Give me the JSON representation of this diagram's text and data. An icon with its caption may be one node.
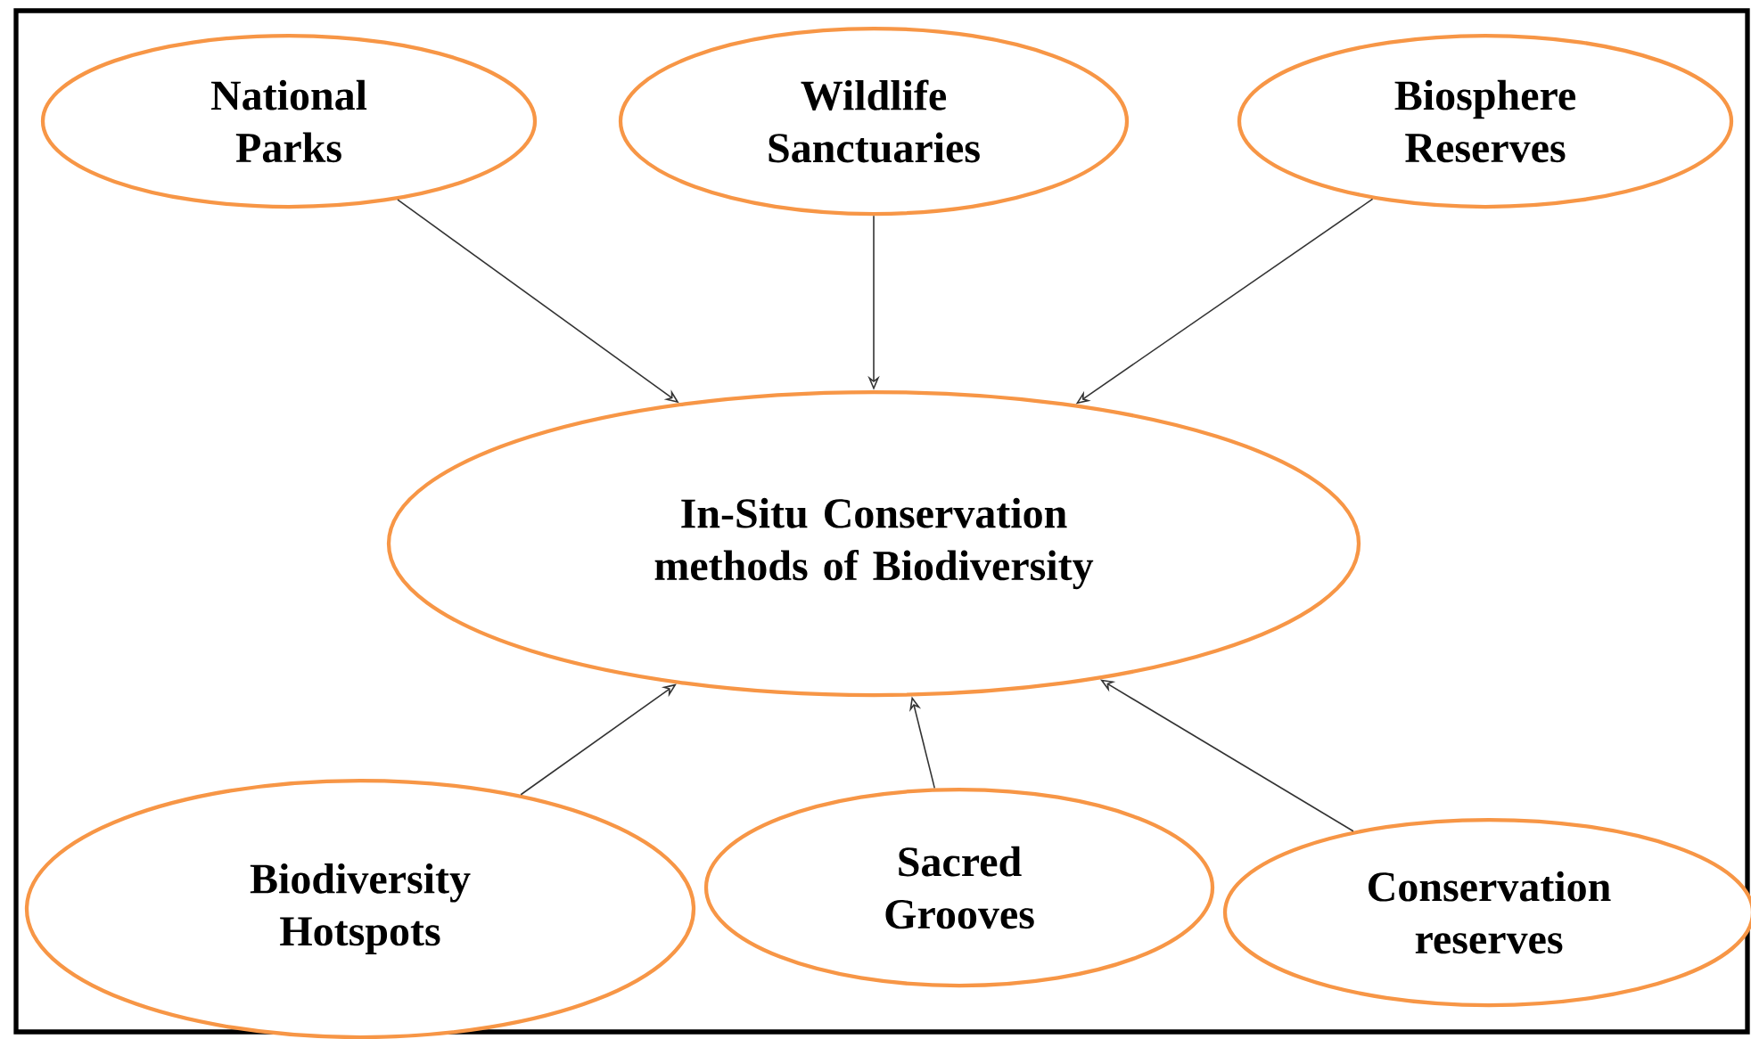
{
  "diagram": {
    "nodes": [
      {
        "text": [
          "National Parks"
        ]
      },
      {
        "text": [
          "Wildlife Sanctuaries"
        ]
      },
      {
        "text": [
          "Biosphere Reserves"
        ]
      },
      {
        "text": [
          "In-Situ Conservation methods of Biodiversity"
        ]
      },
      {
        "text": [
          "Biodiversity Hotspots"
        ]
      },
      {
        "text": [
          "Sacred Grooves"
        ]
      },
      {
        "text": [
          "Conservation reserves"
        ]
      }
    ],
    "edges": [
      {
        "from": 0,
        "to": 3,
        "arrow": "to"
      },
      {
        "from": 1,
        "to": 3,
        "arrow": "to"
      },
      {
        "from": 2,
        "to": 3,
        "arrow": "to"
      },
      {
        "from": 4,
        "to": 3,
        "arrow": "to"
      },
      {
        "from": 5,
        "to": 3,
        "arrow": "to"
      },
      {
        "from": 6,
        "to": 3,
        "arrow": "to"
      }
    ]
  }
}
